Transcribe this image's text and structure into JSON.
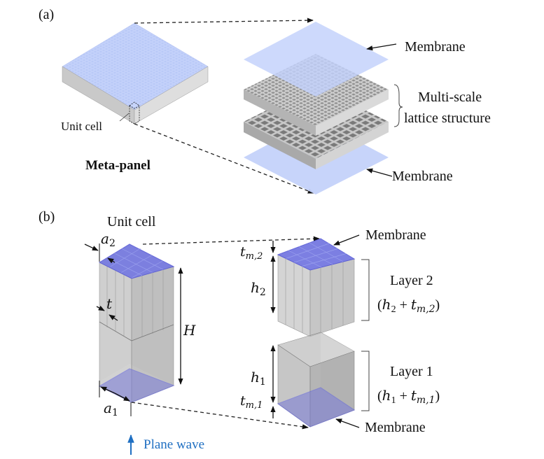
{
  "figure": {
    "panel_a": {
      "label": "(a)",
      "meta_panel_label": "Meta-panel",
      "unit_cell_label": "Unit cell",
      "exploded_labels": {
        "top_membrane": "Membrane",
        "lattice_line1": "Multi-scale",
        "lattice_line2": "lattice structure",
        "bottom_membrane": "Membrane"
      }
    },
    "panel_b": {
      "label": "(b)",
      "unit_cell_label": "Unit cell",
      "symbols": {
        "a2": "a",
        "a2_sub": "2",
        "t": "t",
        "H": "H",
        "a1": "a",
        "a1_sub": "1",
        "tm2": "t",
        "tm2_sub": "m,2",
        "h2": "h",
        "h2_sub": "2",
        "h1": "h",
        "h1_sub": "1",
        "tm1": "t",
        "tm1_sub": "m,1"
      },
      "layer2": {
        "title": "Layer 2",
        "formula_open": "(",
        "formula_h": "h",
        "formula_h_sub": "2",
        "formula_plus": " + ",
        "formula_t": "t",
        "formula_t_sub": "m,2",
        "formula_close": ")"
      },
      "layer1": {
        "title": "Layer 1",
        "formula_open": "(",
        "formula_h": "h",
        "formula_h_sub": "1",
        "formula_plus": " + ",
        "formula_t": "t",
        "formula_t_sub": "m,1",
        "formula_close": ")"
      },
      "top_membrane": "Membrane",
      "bottom_membrane": "Membrane",
      "plane_wave": "Plane wave"
    },
    "colors": {
      "membrane_light": "#c5d3fb",
      "membrane_dark": "#6e72df",
      "lattice_gray": "#b8b8b8",
      "plane_wave_blue": "#1f6fc2"
    }
  }
}
